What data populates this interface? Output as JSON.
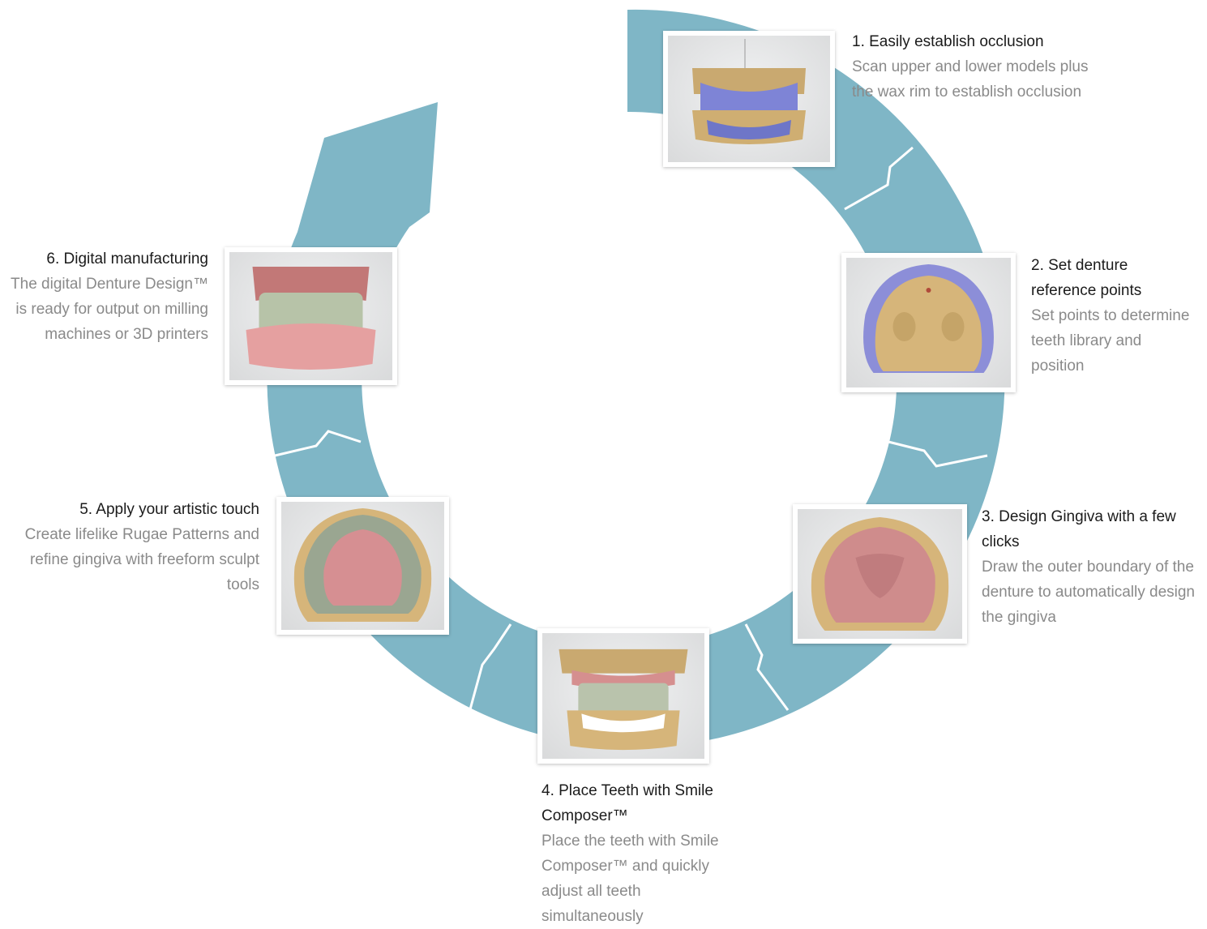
{
  "colors": {
    "ring": "#7fb6c6",
    "title": "#1b1b1b",
    "desc": "#8a8a8a"
  },
  "steps": [
    {
      "title": "1. Easily establish occlusion",
      "desc": "Scan upper and lower models plus the wax rim  to establish occlusion",
      "image": "scanned-occlusion-models"
    },
    {
      "title": "2. Set denture reference points",
      "desc": "Set points to determine teeth library and position",
      "image": "upper-model-reference-points"
    },
    {
      "title": "3. Design Gingiva with a few clicks",
      "desc": "Draw the outer boundary of the denture to automatically design the gingiva",
      "image": "gingiva-design"
    },
    {
      "title": "4. Place Teeth with Smile Composer™",
      "desc": "Place the teeth with Smile Composer™ and quickly adjust all teeth simultaneously",
      "image": "teeth-placement"
    },
    {
      "title": "5. Apply your artistic touch",
      "desc": "Create lifelike Rugae Patterns and refine gingiva with freeform sculpt tools",
      "image": "rugae-sculpting"
    },
    {
      "title": "6. Digital manufacturing",
      "desc": "The digital Denture Design™ is ready for output on milling machines or 3D printers",
      "image": "finished-denture"
    }
  ]
}
